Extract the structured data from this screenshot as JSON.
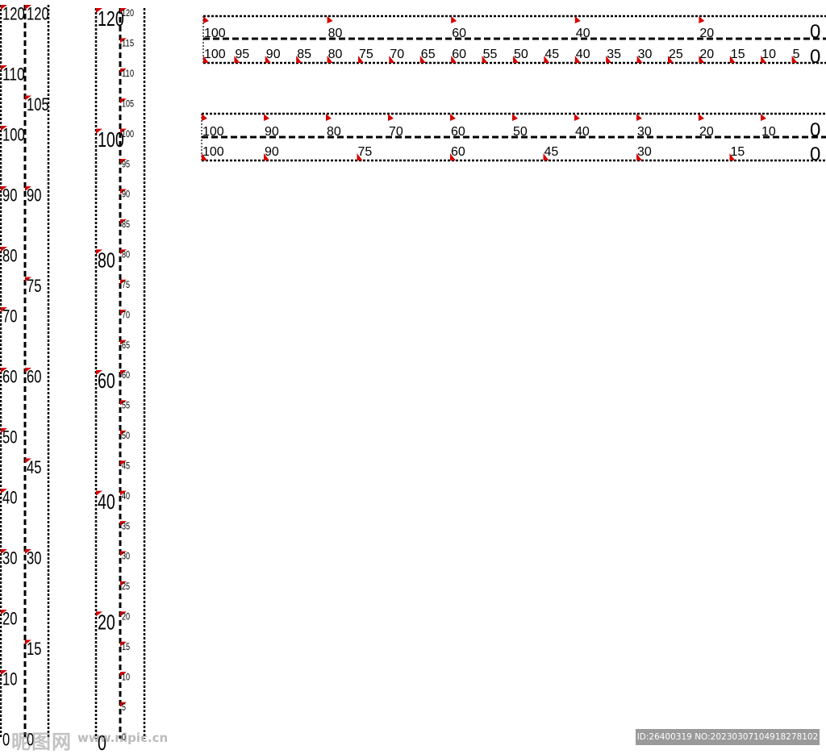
{
  "colors": {
    "tick": "#d40000",
    "frame": "#000000",
    "background": "#ffffff"
  },
  "rulers": [
    {
      "id": "vertical-a",
      "orientation": "vertical",
      "tracks": [
        {
          "labels": [
            "120",
            "110",
            "100",
            "90",
            "80",
            "70",
            "60",
            "50",
            "40",
            "30",
            "20",
            "10",
            "0"
          ],
          "values": [
            120,
            110,
            100,
            90,
            80,
            70,
            60,
            50,
            40,
            30,
            20,
            10,
            0
          ],
          "max": 120,
          "size": "medium"
        },
        {
          "labels": [
            "120",
            "105",
            "90",
            "75",
            "60",
            "45",
            "30",
            "15",
            "0"
          ],
          "values": [
            120,
            105,
            90,
            75,
            60,
            45,
            30,
            15,
            0
          ],
          "max": 120,
          "size": "medium"
        }
      ]
    },
    {
      "id": "vertical-b",
      "orientation": "vertical",
      "tracks": [
        {
          "labels": [
            "120",
            "100",
            "80",
            "60",
            "40",
            "20",
            "0"
          ],
          "values": [
            120,
            100,
            80,
            60,
            40,
            20,
            0
          ],
          "max": 120,
          "size": "large"
        },
        {
          "labels": [
            "120",
            "115",
            "110",
            "105",
            "100",
            "95",
            "90",
            "85",
            "80",
            "75",
            "70",
            "65",
            "60",
            "55",
            "50",
            "45",
            "40",
            "35",
            "30",
            "25",
            "20",
            "15",
            "10",
            "5",
            "0"
          ],
          "values": [
            120,
            115,
            110,
            105,
            100,
            95,
            90,
            85,
            80,
            75,
            70,
            65,
            60,
            55,
            50,
            45,
            40,
            35,
            30,
            25,
            20,
            15,
            10,
            5,
            0
          ],
          "max": 120,
          "size": "small"
        }
      ]
    },
    {
      "id": "horizontal-a",
      "orientation": "horizontal",
      "tracks": [
        {
          "labels": [
            "100",
            "80",
            "60",
            "40",
            "20",
            "0"
          ],
          "values": [
            100,
            80,
            60,
            40,
            20,
            0
          ],
          "max": 100
        },
        {
          "labels": [
            "100",
            "95",
            "90",
            "85",
            "80",
            "75",
            "70",
            "65",
            "60",
            "55",
            "50",
            "45",
            "40",
            "35",
            "30",
            "25",
            "20",
            "15",
            "10",
            "5",
            "0"
          ],
          "values": [
            100,
            95,
            90,
            85,
            80,
            75,
            70,
            65,
            60,
            55,
            50,
            45,
            40,
            35,
            30,
            25,
            20,
            15,
            10,
            5,
            0
          ],
          "max": 100
        }
      ]
    },
    {
      "id": "horizontal-b",
      "orientation": "horizontal",
      "tracks": [
        {
          "labels": [
            "100",
            "90",
            "80",
            "70",
            "60",
            "50",
            "40",
            "30",
            "20",
            "10",
            "0"
          ],
          "values": [
            100,
            90,
            80,
            70,
            60,
            50,
            40,
            30,
            20,
            10,
            0
          ],
          "max": 100
        },
        {
          "labels": [
            "100",
            "90",
            "75",
            "60",
            "45",
            "30",
            "15",
            "0"
          ],
          "values": [
            100,
            90,
            75,
            60,
            45,
            30,
            15,
            0
          ],
          "max": 100
        }
      ]
    }
  ],
  "watermark": {
    "brand": "昵图网",
    "site": "www.nipic.cn",
    "id_text": "ID:26400319 NO:20230307104918278102"
  }
}
